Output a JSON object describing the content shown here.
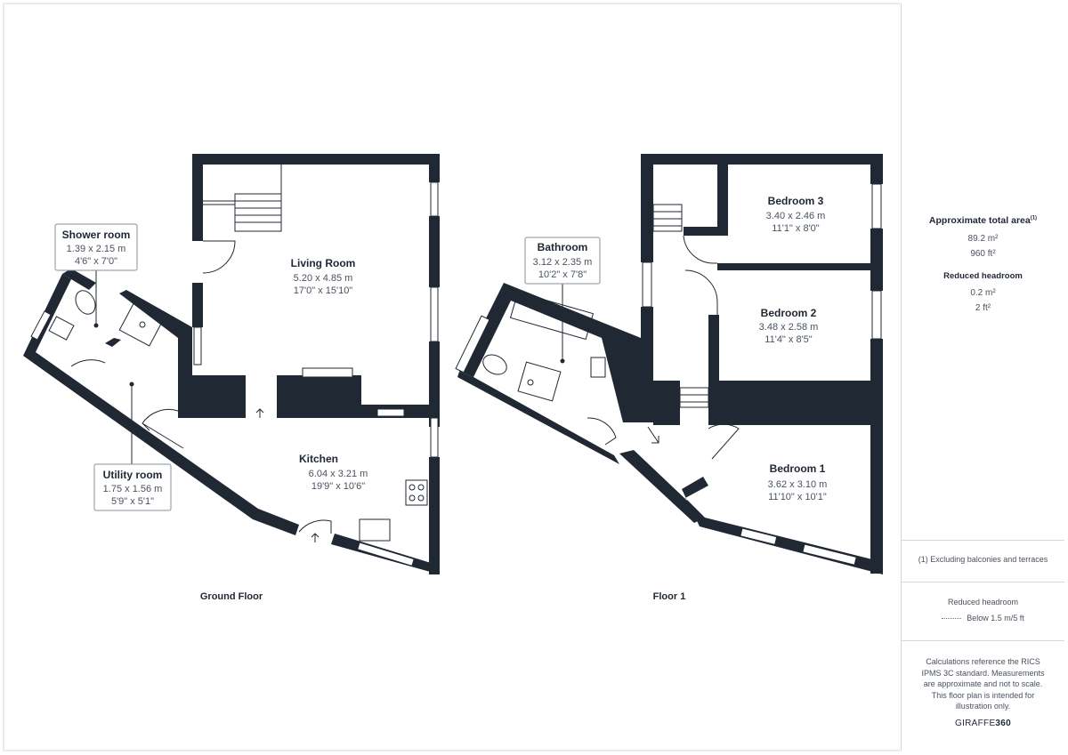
{
  "floors": [
    {
      "label": "Ground Floor"
    },
    {
      "label": "Floor 1"
    }
  ],
  "rooms": {
    "living_room": {
      "name": "Living Room",
      "metric": "5.20 x 4.85 m",
      "imperial": "17'0\" x 15'10\""
    },
    "kitchen": {
      "name": "Kitchen",
      "metric": "6.04 x 3.21 m",
      "imperial": "19'9\" x 10'6\""
    },
    "shower_room": {
      "name": "Shower room",
      "metric": "1.39 x 2.15 m",
      "imperial": "4'6\" x 7'0\""
    },
    "utility_room": {
      "name": "Utility room",
      "metric": "1.75 x 1.56 m",
      "imperial": "5'9\" x 5'1\""
    },
    "bathroom": {
      "name": "Bathroom",
      "metric": "3.12 x 2.35 m",
      "imperial": "10'2\" x 7'8\""
    },
    "bedroom_3": {
      "name": "Bedroom 3",
      "metric": "3.40 x 2.46 m",
      "imperial": "11'1\" x 8'0\""
    },
    "bedroom_2": {
      "name": "Bedroom 2",
      "metric": "3.48 x 2.58 m",
      "imperial": "11'4\" x 8'5\""
    },
    "bedroom_1": {
      "name": "Bedroom 1",
      "metric": "3.62 x 3.10 m",
      "imperial": "11'10\" x 10'1\""
    }
  },
  "sidebar": {
    "total_area_title": "Approximate total area",
    "total_area_footnote": "(1)",
    "total_area_m2": "89.2 m²",
    "total_area_ft2": "960 ft²",
    "reduced_headroom_title": "Reduced headroom",
    "reduced_headroom_m2": "0.2 m²",
    "reduced_headroom_ft2": "2 ft²",
    "footnote": "(1) Excluding balconies and terraces",
    "legend_title": "Reduced headroom",
    "legend_text": "Below 1.5 m/5 ft",
    "disclaimer": "Calculations reference the RICS IPMS 3C standard. Measurements are approximate and not to scale. This floor plan is intended for illustration only.",
    "brand_prefix": "GIRAFFE",
    "brand_suffix": "360"
  }
}
